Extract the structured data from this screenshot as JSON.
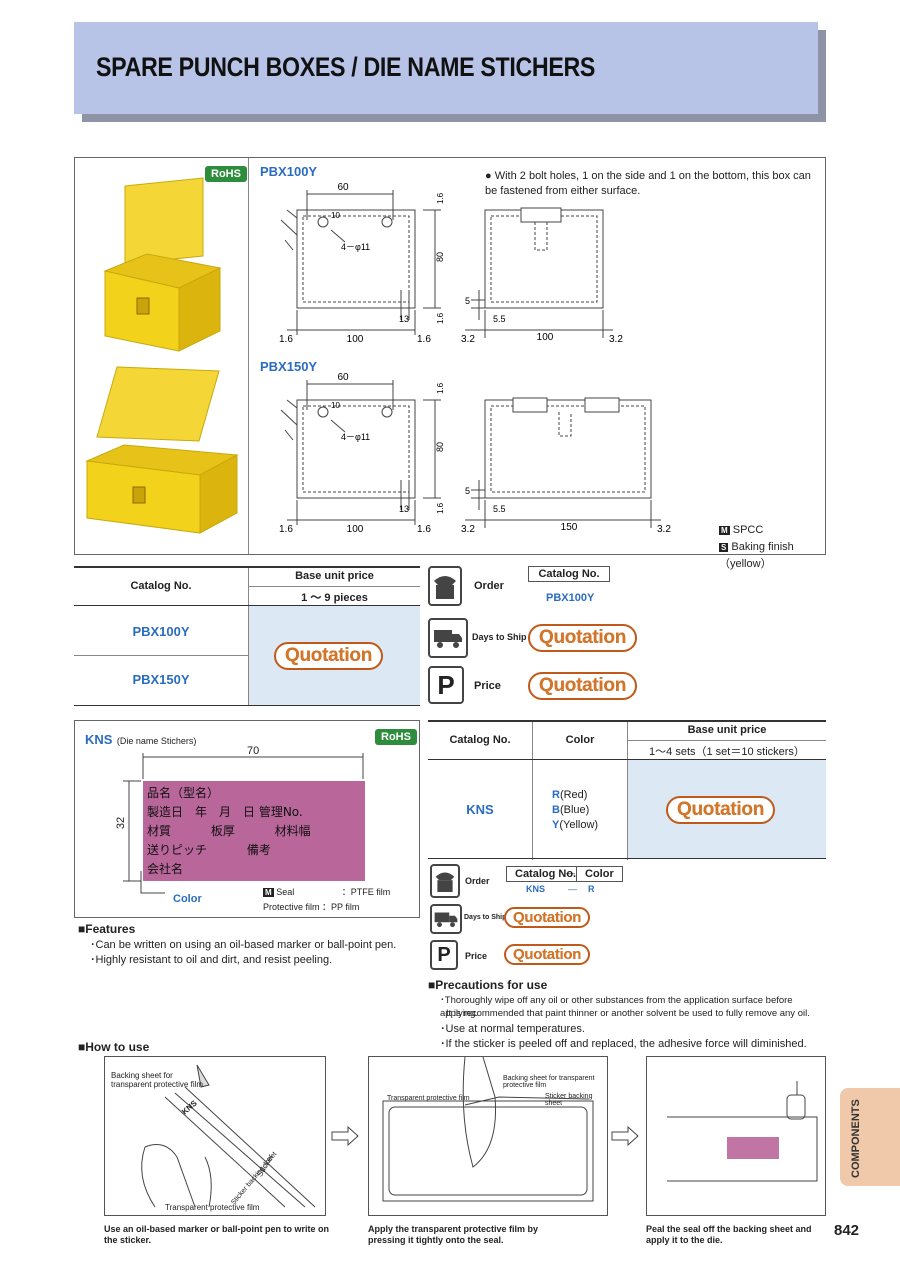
{
  "header": {
    "title": "SPARE PUNCH BOXES / DIE NAME STICHERS"
  },
  "boxes": {
    "rohs": "RoHS",
    "note": "With 2 bolt holes, 1 on the side and 1 on the bottom, this box can be fastened from either surface.",
    "pbx100": {
      "label": "PBX100Y",
      "dims": {
        "top_width": "60",
        "height": "80",
        "left_margin": "1.6",
        "width": "100",
        "right_margin": "1.6",
        "top_margin": "1.6",
        "bottom_margin": "1.6",
        "hole_offset": "10",
        "hole_label": "4－φ11",
        "inner": "13",
        "side_left": "3.2",
        "side_width": "100",
        "side_right": "3.2",
        "side_step": "5.5",
        "side_height": "5"
      }
    },
    "pbx150": {
      "label": "PBX150Y",
      "dims": {
        "top_width": "60",
        "height": "80",
        "left_margin": "1.6",
        "width": "100",
        "right_margin": "1.6",
        "top_margin": "1.6",
        "bottom_margin": "1.6",
        "hole_offset": "10",
        "hole_label": "4－φ11",
        "inner": "13",
        "side_left": "3.2",
        "side_width": "150",
        "side_right": "3.2",
        "side_step": "5.5",
        "side_height": "5"
      }
    },
    "material": {
      "m_badge": "M",
      "m_text": "SPCC",
      "s_badge": "S",
      "s_text": "Baking finish（yellow）"
    }
  },
  "box_price_table": {
    "col_catalog": "Catalog No.",
    "col_price": "Base unit price",
    "col_range": "1 ～ 9 pieces",
    "rows": [
      "PBX100Y",
      "PBX150Y"
    ],
    "quote": "Quotation"
  },
  "box_order": {
    "order_label": "Order",
    "catalog_header": "Catalog No.",
    "catalog_value": "PBX100Y",
    "ship_label": "Days to Ship",
    "ship_value": "Quotation",
    "price_label": "Price",
    "price_value": "Quotation"
  },
  "kns": {
    "label": "KNS",
    "sublabel": "(Die name Stichers)",
    "rohs": "RoHS",
    "width": "70",
    "height": "32",
    "sticker_lines": [
      "品名（型名）",
      "製造日　年　月　日 管理No.",
      "材質　　　 板厚　　　 材料幅",
      "送りピッチ　　　 備考",
      "会社名"
    ],
    "color_callout": "Color",
    "m_badge": "M",
    "seal_label": "Seal",
    "seal_value": "：PTFE film",
    "film_label": "Protective film",
    "film_value": "：PP film"
  },
  "kns_table": {
    "col_catalog": "Catalog No.",
    "col_color": "Color",
    "col_price": "Base unit price",
    "col_range": "1～4 sets（1 set＝10 stickers）",
    "catalog": "KNS",
    "colors": [
      {
        "code": "R",
        "name": "(Red)"
      },
      {
        "code": "B",
        "name": "(Blue)"
      },
      {
        "code": "Y",
        "name": "(Yellow)"
      }
    ],
    "quote": "Quotation"
  },
  "kns_order": {
    "order_label": "Order",
    "catalog_header": "Catalog No.",
    "dash": "—",
    "color_header": "Color",
    "catalog_value": "KNS",
    "color_value": "R",
    "ship_label": "Days to Ship",
    "ship_value": "Quotation",
    "price_label": "Price",
    "price_value": "Quotation"
  },
  "features": {
    "title": "Features",
    "items": [
      "Can be written on using an oil-based marker or ball-point pen.",
      "Highly resistant to oil and dirt, and resist peeling."
    ]
  },
  "precautions": {
    "title": "Precautions for use",
    "items": [
      "Thoroughly wipe off any oil or other substances from the application surface before applying.",
      "It is recommended that paint thinner or another solvent be used to fully remove any oil.",
      "Use at normal temperatures.",
      "If the sticker is peeled off and replaced, the adhesive force will diminished."
    ]
  },
  "howto": {
    "title": "How to use",
    "step1": {
      "labels": [
        "Backing sheet for transparent protective film",
        "KNS",
        "Sticker",
        "Sticker backing sheet",
        "Transparent protective film"
      ],
      "caption": "Use an oil-based marker or ball-point pen to write on the sticker."
    },
    "step2": {
      "labels": [
        "Backing sheet for transparent protective film",
        "Transparent protective film",
        "Sticker backing sheet"
      ],
      "caption": "Apply the transparent protective film by pressing it tightly onto the seal."
    },
    "step3": {
      "caption": "Peal the seal off the backing sheet and apply it to the die."
    }
  },
  "footer": {
    "section": "COMPONENTS",
    "page": "842"
  },
  "colors": {
    "banner": "#b7c4e8",
    "yellow": "#f3d21c",
    "sticker": "#b9669a",
    "quote": "#d2762a",
    "pricecell": "#dde8f5",
    "rohs": "#2e8d3d"
  }
}
